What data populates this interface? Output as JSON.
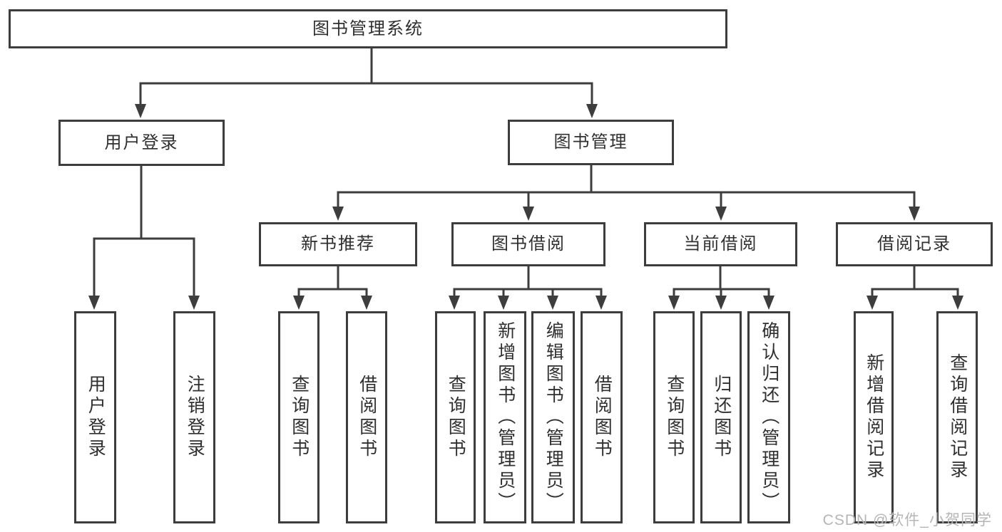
{
  "diagram": {
    "root": {
      "label": "图书管理系统"
    },
    "level2": {
      "user_login": {
        "label": "用户登录"
      },
      "book_management": {
        "label": "图书管理"
      }
    },
    "level3": {
      "new_book_recommend": {
        "label": "新书推荐"
      },
      "book_borrowing": {
        "label": "图书借阅"
      },
      "current_borrowing": {
        "label": "当前借阅"
      },
      "borrowing_records": {
        "label": "借阅记录"
      }
    },
    "leaves": {
      "user_login": [
        "用户登录",
        "注销登录"
      ],
      "new_book_recommend": [
        "查询图书",
        "借阅图书"
      ],
      "book_borrowing": [
        "查询图书",
        "新增图书（管理员）",
        "编辑图书（管理员）",
        "借阅图书"
      ],
      "current_borrowing": [
        "查询图书",
        "归还图书",
        "确认归还（管理员）"
      ],
      "borrowing_records": [
        "新增借阅记录",
        "查询借阅记录"
      ]
    },
    "colors": {
      "line": "#3d3d3d",
      "text": "#2f2f2f",
      "box_background": "#ffffff"
    }
  },
  "watermark": {
    "text": "CSDN @软件_小贺同学",
    "color": "#b5b5b5"
  }
}
